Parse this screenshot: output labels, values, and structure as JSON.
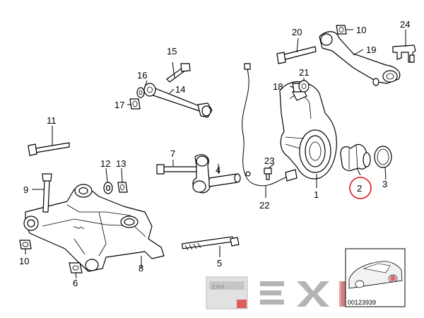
{
  "callouts": [
    {
      "n": "1"
    },
    {
      "n": "2"
    },
    {
      "n": "3"
    },
    {
      "n": "4"
    },
    {
      "n": "5"
    },
    {
      "n": "6"
    },
    {
      "n": "7"
    },
    {
      "n": "8"
    },
    {
      "n": "9"
    },
    {
      "n": "10"
    },
    {
      "n": "10"
    },
    {
      "n": "11"
    },
    {
      "n": "12"
    },
    {
      "n": "13"
    },
    {
      "n": "14"
    },
    {
      "n": "15"
    },
    {
      "n": "16"
    },
    {
      "n": "17"
    },
    {
      "n": "18"
    },
    {
      "n": "19"
    },
    {
      "n": "20"
    },
    {
      "n": "21"
    },
    {
      "n": "22"
    },
    {
      "n": "23"
    },
    {
      "n": "24"
    }
  ],
  "highlight": {
    "part": "2",
    "color": "#e03030"
  },
  "watermark": {
    "text": "EXIA",
    "color": "#9a9a9a",
    "accent": "#d94040"
  },
  "diagram_id": "00123939"
}
